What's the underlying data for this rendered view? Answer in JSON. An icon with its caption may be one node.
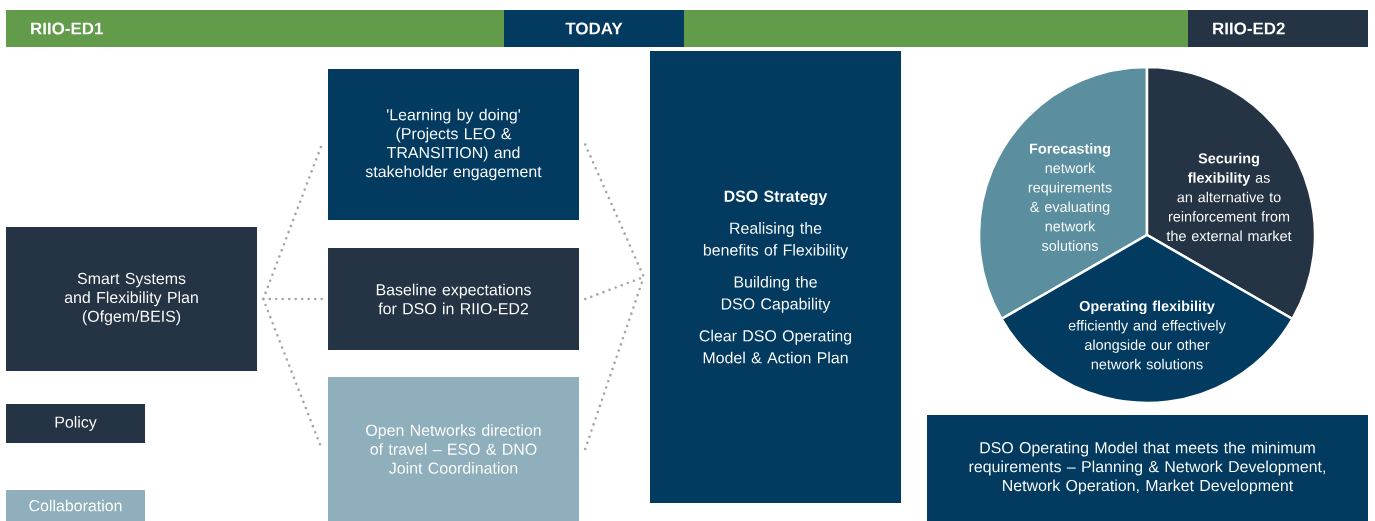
{
  "diagram": {
    "nodes": [
      {
        "text": [
          "RIIO-ED1"
        ]
      },
      {
        "text": [
          "TODAY"
        ]
      },
      {
        "text": [],
        "shape": "bar"
      },
      {
        "text": [
          "RIIO-ED2"
        ]
      },
      {
        "text": [
          "Smart Systems and Flexibility Plan (Ofgem/BEIS)"
        ]
      },
      {
        "text": [
          "'Learning by doing' (Projects LEO & TRANSITION) and stakeholder engagement"
        ]
      },
      {
        "text": [
          "Baseline expectations for DSO in RIIO-ED2"
        ]
      },
      {
        "text": [
          "Open Networks direction of travel – ESO & DNO Joint Coordination"
        ]
      },
      {
        "text": [
          "DSO Strategy",
          "Realising the benefits of Flexibility",
          "Building the DSO Capability",
          "Clear DSO Operating Model & Action Plan"
        ]
      },
      {
        "text": [
          "**Forecasting** network requirements & evaluating network solutions"
        ]
      },
      {
        "text": [
          "**Securing flexibility** as an alternative to reinforcement from the external market"
        ]
      },
      {
        "text": [
          "**Operating flexibility** efficiently and effectively alongside our other network solutions"
        ]
      },
      {
        "text": [
          "DSO Operating Model that meets the minimum requirements – Planning & Network Development, Network Operation, Market Development"
        ]
      }
    ],
    "edges": [
      {
        "from": 4,
        "to": 5,
        "arrow": "none",
        "style": "dashed"
      },
      {
        "from": 4,
        "to": 6,
        "arrow": "none",
        "style": "dashed"
      },
      {
        "from": 4,
        "to": 7,
        "arrow": "none",
        "style": "dashed"
      },
      {
        "from": 5,
        "to": 8,
        "arrow": "none",
        "style": "dashed"
      },
      {
        "from": 6,
        "to": 8,
        "arrow": "none",
        "style": "dashed"
      },
      {
        "from": 7,
        "to": 8,
        "arrow": "none",
        "style": "dashed"
      }
    ],
    "legend": [
      {
        "text": "Policy",
        "color": "#253444"
      },
      {
        "text": "Collaboration",
        "color": "#8eafbb"
      }
    ]
  }
}
